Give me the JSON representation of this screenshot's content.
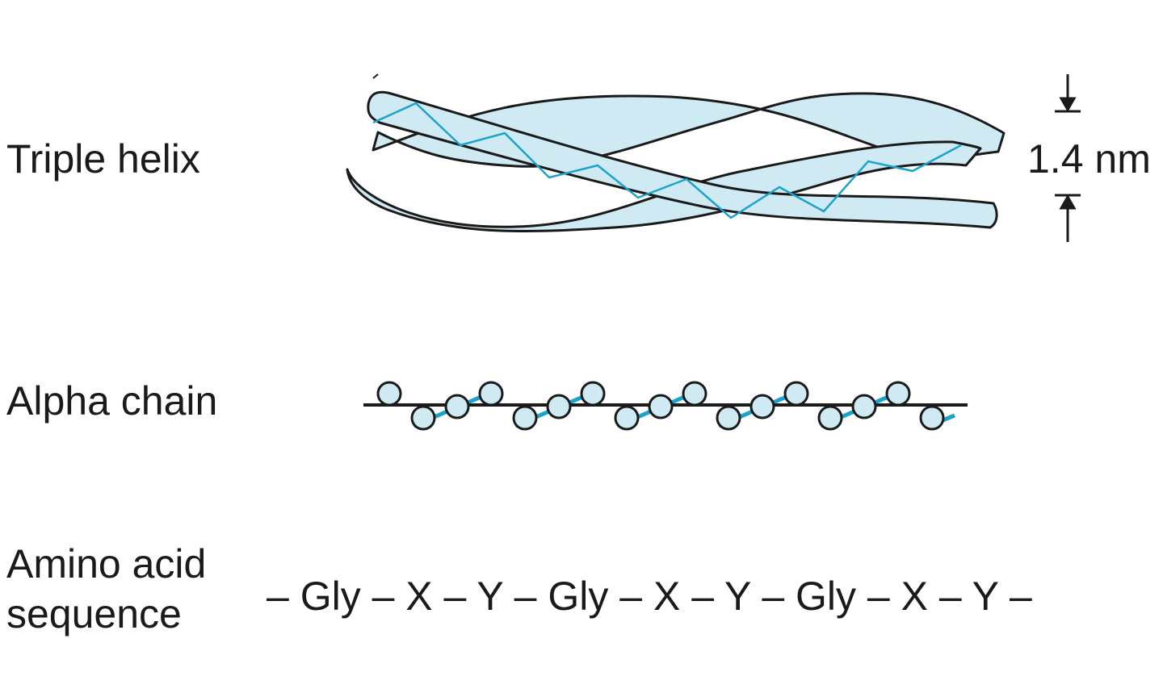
{
  "labels": {
    "triple_helix": "Triple helix",
    "alpha_chain": "Alpha chain",
    "amino_acid_line1": "Amino acid",
    "amino_acid_line2": "sequence"
  },
  "sequence_text": "– Gly – X – Y – Gly – X – Y – Gly – X – Y –",
  "dimension": "1.4 nm",
  "colors": {
    "strand_fill": "#cfeaf2",
    "strand_outline": "#1a1a1a",
    "helix_line": "#1aa3cc",
    "residue_fill": "#cfeaf2"
  }
}
